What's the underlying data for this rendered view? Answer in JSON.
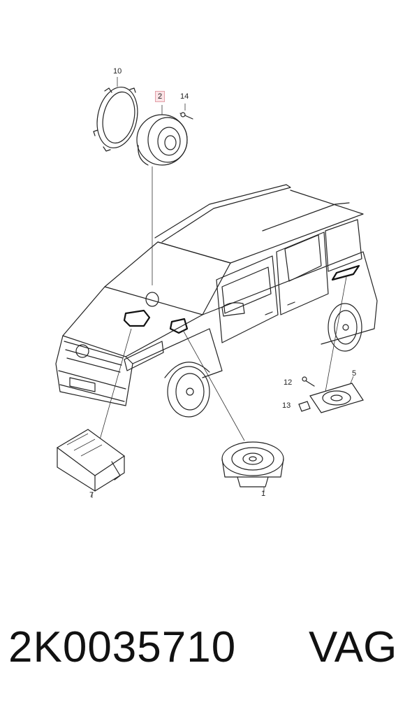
{
  "callouts": {
    "c10": "10",
    "c2": "2",
    "c14": "14",
    "c12": "12",
    "c5": "5",
    "c13": "13",
    "c7": "7",
    "c1": "1"
  },
  "footer": {
    "part_number": "2K0035710",
    "brand": "VAG"
  },
  "colors": {
    "highlight_fill": "#fbe3e6",
    "highlight_border": "#e3a0a8",
    "line": "#222222"
  }
}
